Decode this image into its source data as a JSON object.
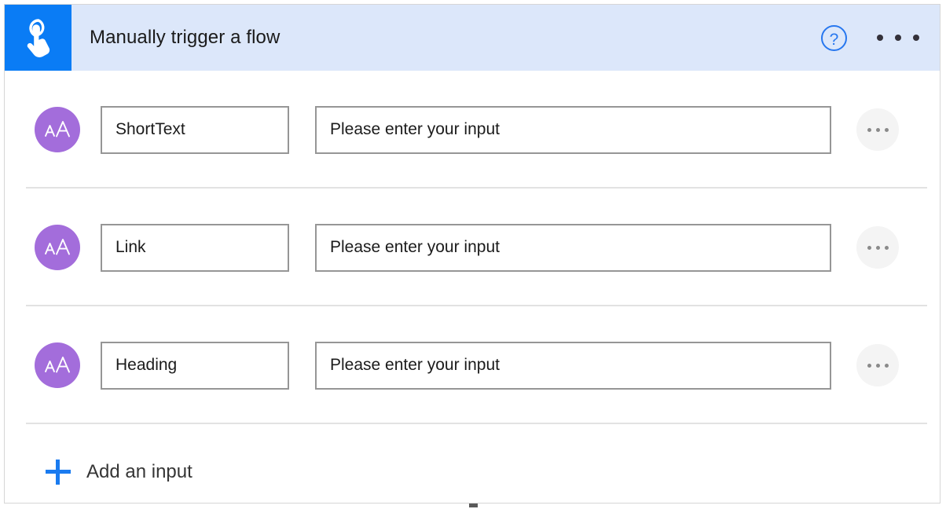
{
  "header": {
    "title": "Manually trigger a flow",
    "icon_name": "tap-hand-icon",
    "icon_bg": "#0a7cf5",
    "bg": "#dce7fa",
    "help_label": "?",
    "help_icon_name": "help-circle-icon",
    "overflow_icon_name": "more-options-icon"
  },
  "inputs": [
    {
      "type_icon": "text-aa-icon",
      "name": "ShortText",
      "value_placeholder": "Please enter your input",
      "menu_icon": "row-more-options-icon"
    },
    {
      "type_icon": "text-aa-icon",
      "name": "Link",
      "value_placeholder": "Please enter your input",
      "menu_icon": "row-more-options-icon"
    },
    {
      "type_icon": "text-aa-icon",
      "name": "Heading",
      "value_placeholder": "Please enter your input",
      "menu_icon": "row-more-options-icon"
    }
  ],
  "add_input": {
    "label": "Add an input",
    "icon_name": "plus-icon",
    "icon_color": "#1a7bf0"
  },
  "colors": {
    "accent_blue": "#0a7cf5",
    "header_bg": "#dce7fa",
    "avatar_purple": "#a36ddb",
    "field_border": "#969696",
    "divider": "#e2e2e2",
    "card_border": "#d6d6d6"
  }
}
